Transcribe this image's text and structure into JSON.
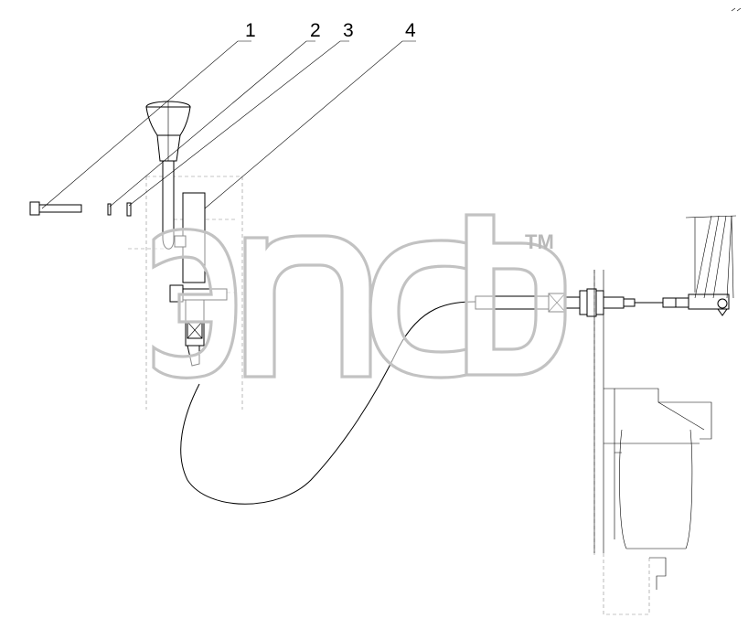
{
  "diagram": {
    "callouts": [
      {
        "id": "1",
        "label": "1"
      },
      {
        "id": "2",
        "label": "2"
      },
      {
        "id": "3",
        "label": "3"
      },
      {
        "id": "4",
        "label": "4"
      }
    ],
    "watermark": {
      "text": "ЭПСБ",
      "trademark": "TM"
    },
    "colors": {
      "line": "#000000",
      "hidden": "#8a8a8a",
      "watermark": "#c2c2c2",
      "background": "#ffffff"
    }
  }
}
